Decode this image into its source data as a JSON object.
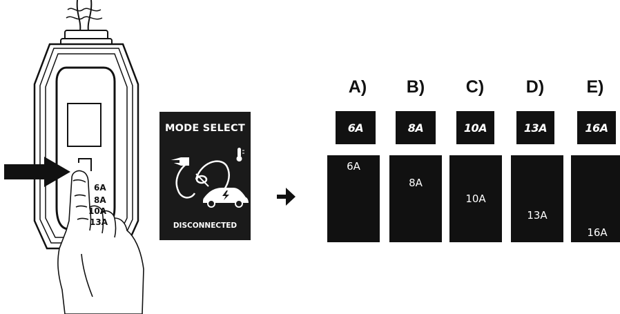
{
  "display_screen": {
    "title": "MODE SELECT",
    "status": "DISCONNECTED",
    "icons": [
      "plug-icon",
      "thermometer-icon",
      "unlinked-cable-icon",
      "electric-car-icon"
    ]
  },
  "charger_side_labels": [
    "6A",
    "8A",
    "10A",
    "13A"
  ],
  "arrow": "right-arrow",
  "options": [
    {
      "letter": "A)",
      "badge": "6A",
      "value": "6A",
      "level": 0
    },
    {
      "letter": "B)",
      "badge": "8A",
      "value": "8A",
      "level": 1
    },
    {
      "letter": "C)",
      "badge": "10A",
      "value": "10A",
      "level": 2
    },
    {
      "letter": "D)",
      "badge": "13A",
      "value": "13A",
      "level": 3
    },
    {
      "letter": "E)",
      "badge": "16A",
      "value": "16A",
      "level": 4
    }
  ]
}
